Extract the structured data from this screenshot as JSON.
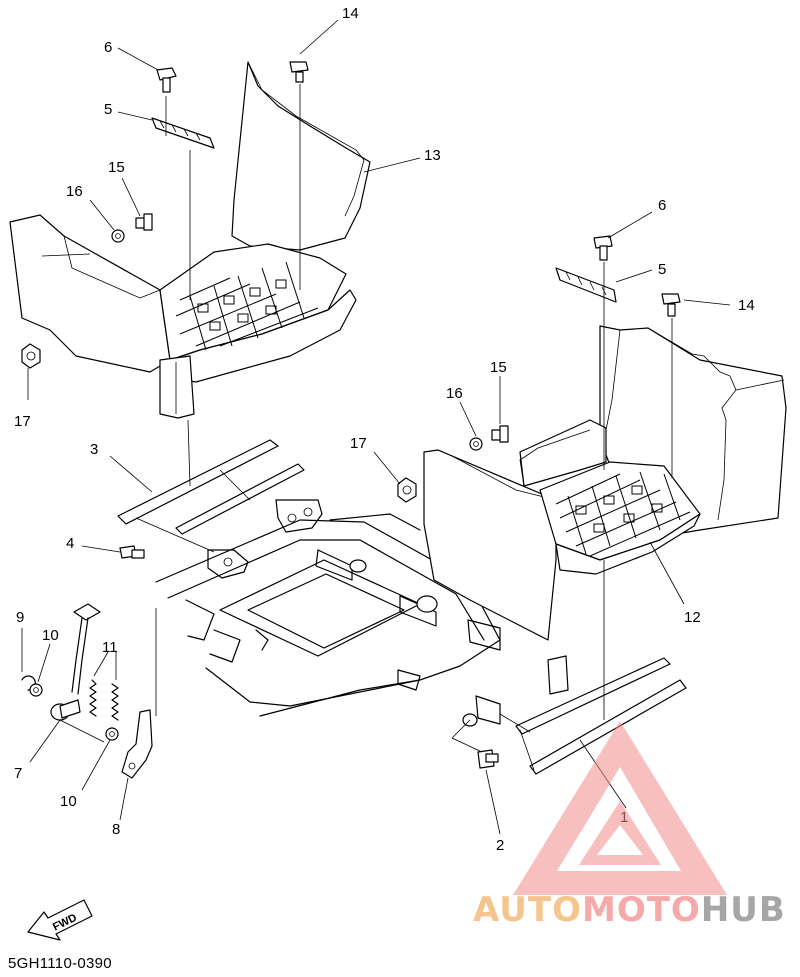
{
  "diagram_code": "5GH1110-0390",
  "fwd_label": "FWD",
  "watermark": {
    "part1": "AUTO",
    "part2": "MOTO",
    "part3": "HUB",
    "colors": {
      "auto": "#f6c58e",
      "moto": "#f7a8a8",
      "hub": "#a6a6a6",
      "logo": "#f38a8a"
    }
  },
  "callouts": {
    "c14a": "14",
    "c6a": "6",
    "c5a": "5",
    "c13": "13",
    "c15a": "15",
    "c16a": "16",
    "c17a": "17",
    "c3": "3",
    "c4": "4",
    "c6b": "6",
    "c5b": "5",
    "c14b": "14",
    "c15b": "15",
    "c16b": "16",
    "c17b": "17",
    "c12": "12",
    "c9": "9",
    "c10a": "10",
    "c11": "11",
    "c7": "7",
    "c10b": "10",
    "c8": "8",
    "c1": "1",
    "c2": "2"
  }
}
